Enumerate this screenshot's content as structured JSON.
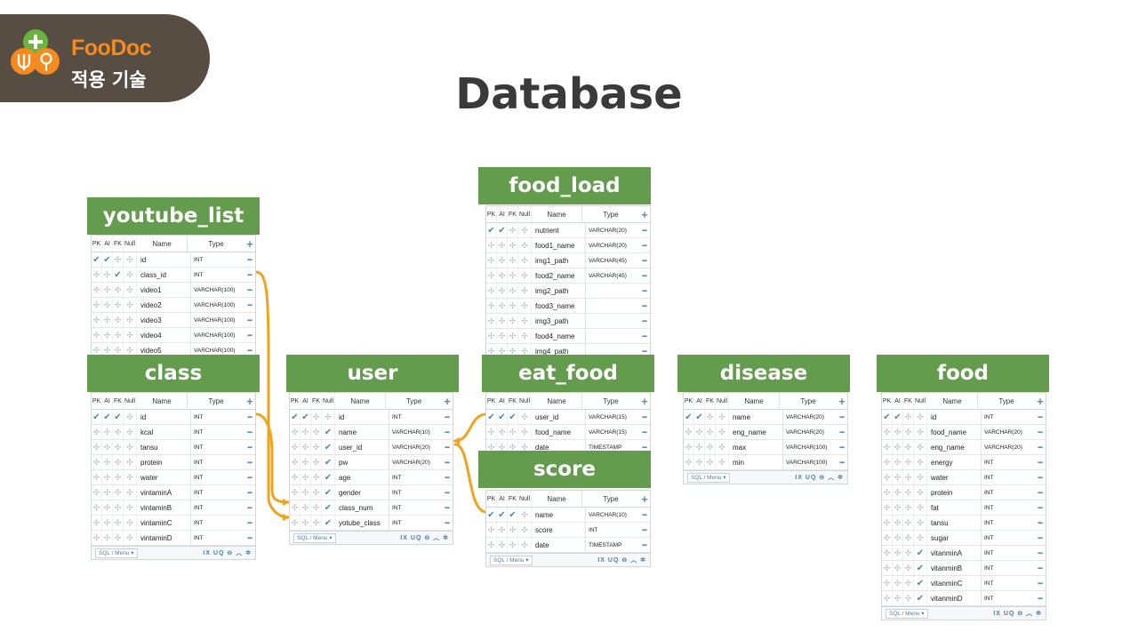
{
  "header": {
    "brand": "FooDoc",
    "subtitle": "적용 기술"
  },
  "page_title": "Database",
  "columns_header": {
    "pk": "PK",
    "ai": "AI",
    "fk": "FK",
    "null": "Null",
    "name": "Name",
    "type": "Type"
  },
  "footer": {
    "menu_label": "SQL / Menu",
    "index_labels": "IX UQ"
  },
  "colors": {
    "title_bar": "#649c4d",
    "connector": "#f3a21b",
    "banner": "#574d43",
    "brand": "#f58a1f"
  },
  "tables": [
    {
      "id": "youtube_list",
      "title": "youtube_list",
      "footer": false,
      "columns": [
        {
          "name": "id",
          "type": "INT",
          "pk": true,
          "ai": true,
          "fk": false
        },
        {
          "name": "class_id",
          "type": "INT",
          "pk": false,
          "ai": false,
          "fk": true
        },
        {
          "name": "video1",
          "type": "VARCHAR(100)"
        },
        {
          "name": "video2",
          "type": "VARCHAR(100)"
        },
        {
          "name": "video3",
          "type": "VARCHAR(100)"
        },
        {
          "name": "video4",
          "type": "VARCHAR(100)"
        },
        {
          "name": "video5",
          "type": "VARCHAR(100)"
        }
      ]
    },
    {
      "id": "class",
      "title": "class",
      "footer": true,
      "columns": [
        {
          "name": "id",
          "type": "INT",
          "pk": true,
          "ai": true,
          "fk": true
        },
        {
          "name": "kcal",
          "type": "INT"
        },
        {
          "name": "tansu",
          "type": "INT"
        },
        {
          "name": "protein",
          "type": "INT"
        },
        {
          "name": "water",
          "type": "INT"
        },
        {
          "name": "vintaminA",
          "type": "INT"
        },
        {
          "name": "vintaminB",
          "type": "INT"
        },
        {
          "name": "vintaminC",
          "type": "INT"
        },
        {
          "name": "vintaminD",
          "type": "INT"
        }
      ]
    },
    {
      "id": "user",
      "title": "user",
      "footer": true,
      "columns": [
        {
          "name": "id",
          "type": "INT",
          "pk": true,
          "ai": true,
          "fk": false
        },
        {
          "name": "name",
          "type": "VARCHAR(10)",
          "null": true
        },
        {
          "name": "user_id",
          "type": "VARCHAR(20)",
          "null": true
        },
        {
          "name": "pw",
          "type": "VARCHAR(20)",
          "null": true
        },
        {
          "name": "age",
          "type": "INT",
          "null": true
        },
        {
          "name": "gender",
          "type": "INT",
          "null": true
        },
        {
          "name": "class_num",
          "type": "INT",
          "null": true
        },
        {
          "name": "yotube_class",
          "type": "INT",
          "null": true
        }
      ]
    },
    {
      "id": "food_load",
      "title": "food_load",
      "footer": false,
      "columns": [
        {
          "name": "nutrient",
          "type": "VARCHAR(20)",
          "pk": true,
          "ai": true
        },
        {
          "name": "food1_name",
          "type": "VARCHAR(20)"
        },
        {
          "name": "img1_path",
          "type": "VARCHAR(45)"
        },
        {
          "name": "food2_name",
          "type": "VARCHAR(45)"
        },
        {
          "name": "img2_path",
          "type": ""
        },
        {
          "name": "food3_name",
          "type": ""
        },
        {
          "name": "img3_path",
          "type": ""
        },
        {
          "name": "food4_name",
          "type": ""
        },
        {
          "name": "img4_path",
          "type": ""
        }
      ]
    },
    {
      "id": "eat_food",
      "title": "eat_food",
      "footer": false,
      "columns": [
        {
          "name": "user_id",
          "type": "VARCHAR(15)",
          "pk": true,
          "ai": true,
          "fk": true
        },
        {
          "name": "food_name",
          "type": "VARCHAR(15)"
        },
        {
          "name": "date",
          "type": "TIMESTAMP"
        }
      ]
    },
    {
      "id": "score",
      "title": "score",
      "footer": true,
      "columns": [
        {
          "name": "name",
          "type": "VARCHAR(10)",
          "pk": true,
          "ai": true,
          "fk": true
        },
        {
          "name": "score",
          "type": "INT"
        },
        {
          "name": "date",
          "type": "TIMESTAMP"
        }
      ]
    },
    {
      "id": "disease",
      "title": "disease",
      "footer": true,
      "columns": [
        {
          "name": "name",
          "type": "VARCHAR(20)",
          "pk": true,
          "ai": true
        },
        {
          "name": "eng_name",
          "type": "VARCHAR(20)"
        },
        {
          "name": "max",
          "type": "VARCHAR(100)"
        },
        {
          "name": "min",
          "type": "VARCHAR(100)"
        }
      ]
    },
    {
      "id": "food",
      "title": "food",
      "footer": true,
      "columns": [
        {
          "name": "id",
          "type": "INT",
          "pk": true,
          "ai": true
        },
        {
          "name": "food_name",
          "type": "VARCHAR(20)"
        },
        {
          "name": "eng_name",
          "type": "VARCHAR(20)"
        },
        {
          "name": "energy",
          "type": "INT"
        },
        {
          "name": "water",
          "type": "INT"
        },
        {
          "name": "protein",
          "type": "INT"
        },
        {
          "name": "fat",
          "type": "INT"
        },
        {
          "name": "tansu",
          "type": "INT"
        },
        {
          "name": "sugar",
          "type": "INT"
        },
        {
          "name": "vitanminA",
          "type": "INT",
          "null": true
        },
        {
          "name": "vitanminB",
          "type": "INT",
          "null": true
        },
        {
          "name": "vitanminC",
          "type": "INT",
          "null": true
        },
        {
          "name": "vitanminD",
          "type": "INT",
          "null": true
        }
      ]
    }
  ]
}
